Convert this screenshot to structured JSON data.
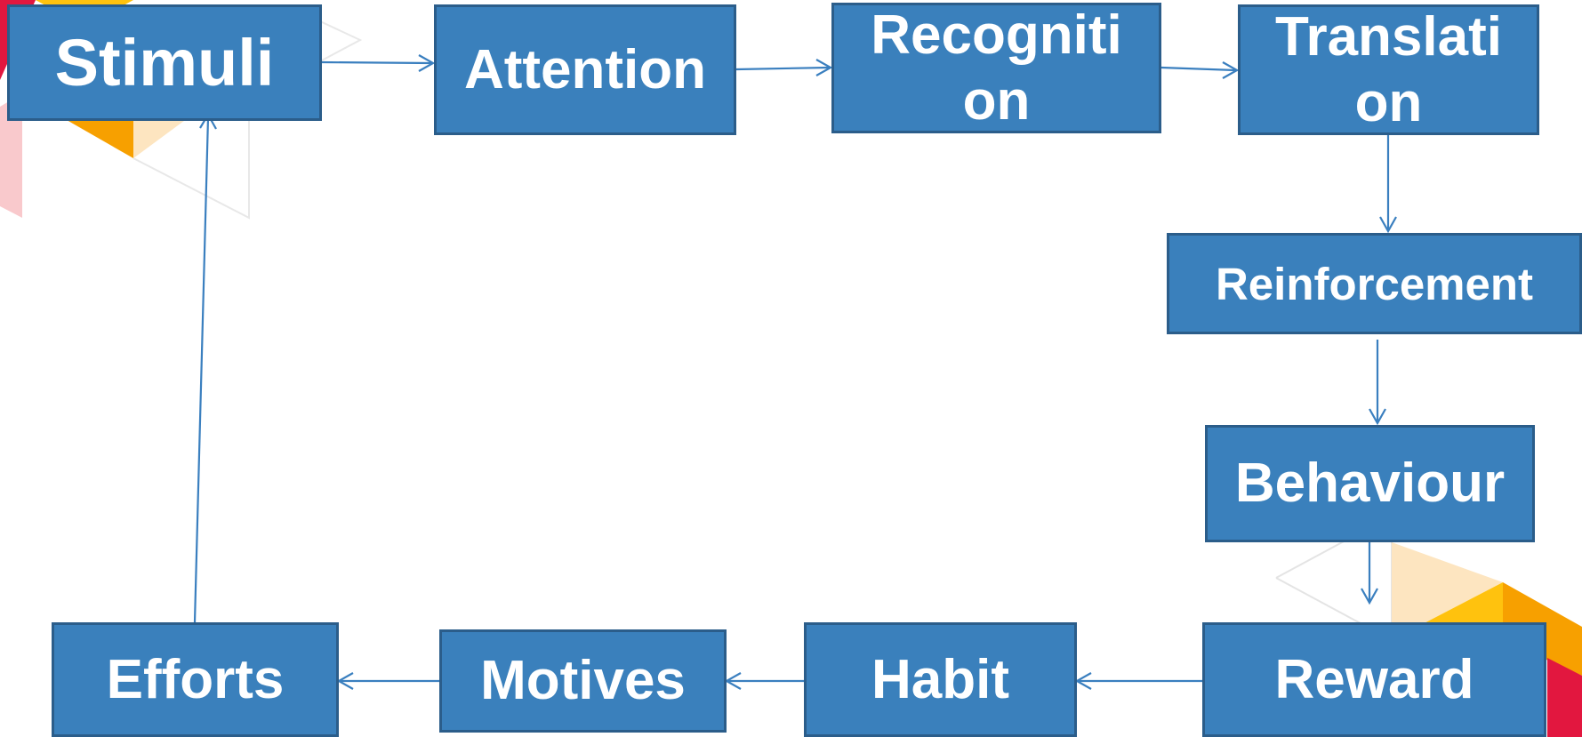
{
  "colors": {
    "box_fill": "#3a80bc",
    "box_border": "#2b5d8a",
    "arrow": "#3a7fbf",
    "label": "#ffffff"
  },
  "nodes": {
    "stimuli": "Stimuli",
    "attention": "Attention",
    "recognition": "Recogniti on",
    "translation": "Translati on",
    "reinforcement": "Reinforcement",
    "behaviour": "Behaviour",
    "reward": "Reward",
    "habit": "Habit",
    "motives": "Motives",
    "efforts": "Efforts"
  },
  "edges": [
    {
      "from": "stimuli",
      "to": "attention"
    },
    {
      "from": "attention",
      "to": "recognition"
    },
    {
      "from": "recognition",
      "to": "translation"
    },
    {
      "from": "translation",
      "to": "reinforcement"
    },
    {
      "from": "reinforcement",
      "to": "behaviour"
    },
    {
      "from": "behaviour",
      "to": "reward"
    },
    {
      "from": "reward",
      "to": "habit"
    },
    {
      "from": "habit",
      "to": "motives"
    },
    {
      "from": "motives",
      "to": "efforts"
    },
    {
      "from": "efforts",
      "to": "stimuli"
    }
  ]
}
